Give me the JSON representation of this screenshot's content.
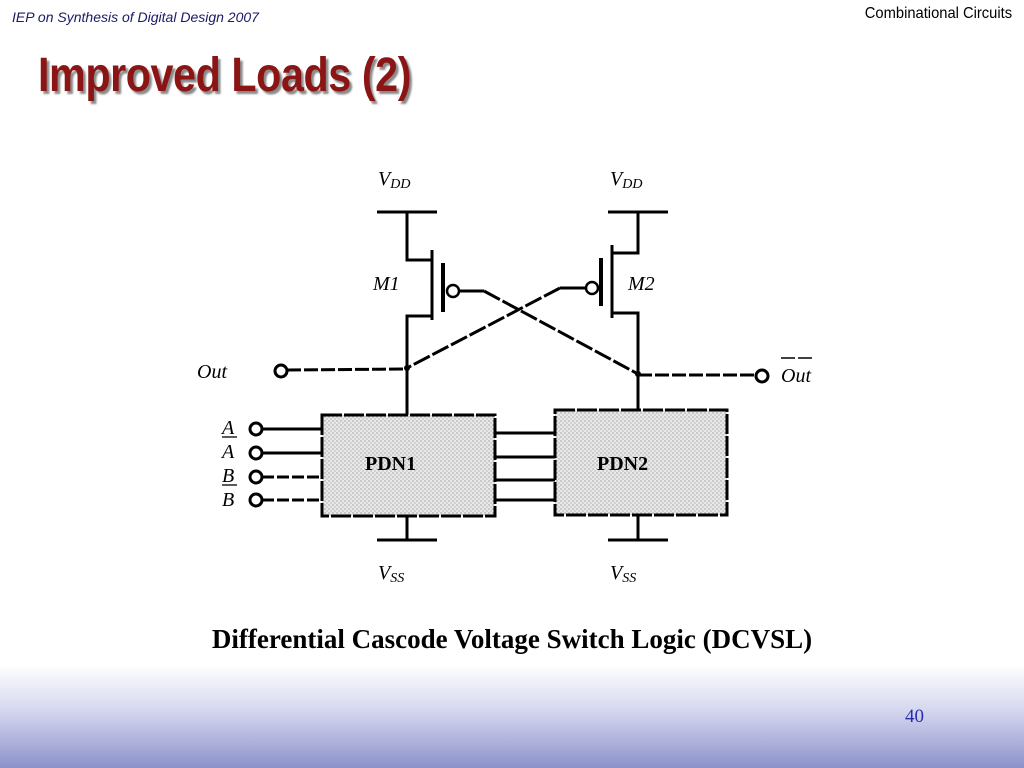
{
  "header": {
    "left_text": "IEP on Synthesis of Digital Design 2007",
    "right_text": "Combinational Circuits"
  },
  "slide": {
    "title": "Improved Loads (2)",
    "caption": "Differential Cascode Voltage Switch Logic (DCVSL)",
    "page_number": "40"
  },
  "diagram": {
    "vdd_left": {
      "main": "V",
      "sub": "DD"
    },
    "vdd_right": {
      "main": "V",
      "sub": "DD"
    },
    "vss_left": {
      "main": "V",
      "sub": "SS"
    },
    "vss_right": {
      "main": "V",
      "sub": "SS"
    },
    "transistor_left": "M1",
    "transistor_right": "M2",
    "output_left": "Out",
    "output_right": "Out",
    "pdn_left": "PDN1",
    "pdn_right": "PDN2",
    "inputs": [
      "A",
      "A",
      "B",
      "B"
    ]
  },
  "colors": {
    "title": "#8b1414",
    "header_left": "#1a1a66",
    "page_number": "#2b2bb0",
    "gradient_bottom": "#8c91cb"
  }
}
